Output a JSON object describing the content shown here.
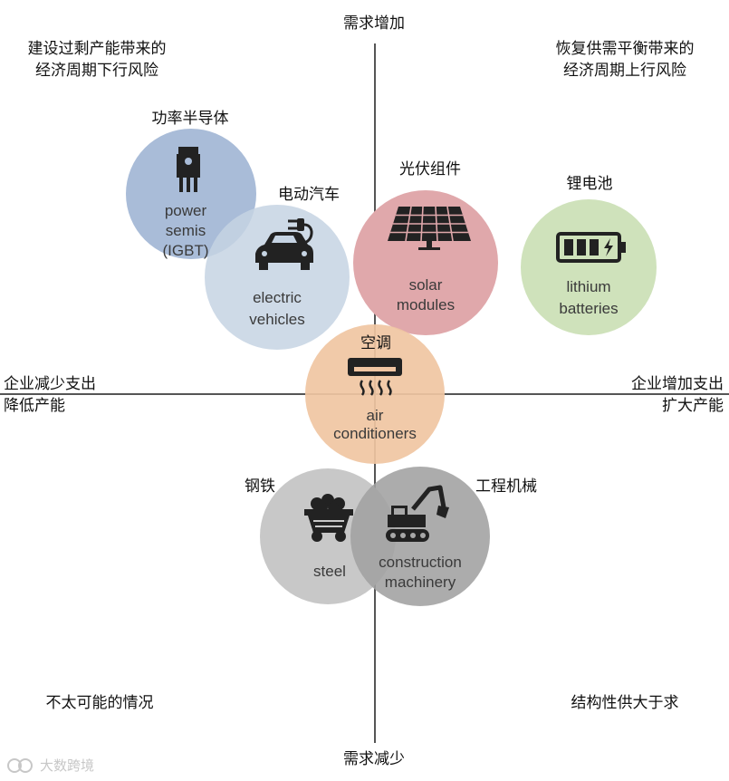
{
  "axes": {
    "top": "需求增加",
    "bottom": "需求减少",
    "left_line1": "企业减少支出",
    "left_line2": "降低产能",
    "right_line1": "企业增加支出",
    "right_line2": "扩大产能"
  },
  "quadrants": {
    "top_left_line1": "建设过剩产能带来的",
    "top_left_line2": "经济周期下行风险",
    "top_right_line1": "恢复供需平衡带来的",
    "top_right_line2": "经济周期上行风险",
    "bottom_left": "不太可能的情况",
    "bottom_right": "结构性供大于求"
  },
  "sectors": {
    "power_semis": {
      "zh": "功率半导体",
      "en1": "power",
      "en2": "semis",
      "en3": "(IGBT)",
      "color": "#a9bcd8"
    },
    "electric_vehicles": {
      "zh": "电动汽车",
      "en1": "electric",
      "en2": "vehicles",
      "color": "#c6d4e3"
    },
    "solar_modules": {
      "zh": "光伏组件",
      "en1": "solar",
      "en2": "modules",
      "color": "#e0a8ab"
    },
    "lithium_batteries": {
      "zh": "锂电池",
      "en1": "lithium",
      "en2": "batteries",
      "color": "#cfe2bb"
    },
    "air_conditioners": {
      "zh": "空调",
      "en1": "air",
      "en2": "conditioners",
      "color": "#f0c5a2"
    },
    "steel": {
      "zh": "钢铁",
      "en1": "steel",
      "color": "#c8c8c8"
    },
    "construction_machinery": {
      "zh": "工程机械",
      "en1": "construction",
      "en2": "machinery",
      "color": "#a8a8a8"
    }
  },
  "watermark": "大数跨境"
}
